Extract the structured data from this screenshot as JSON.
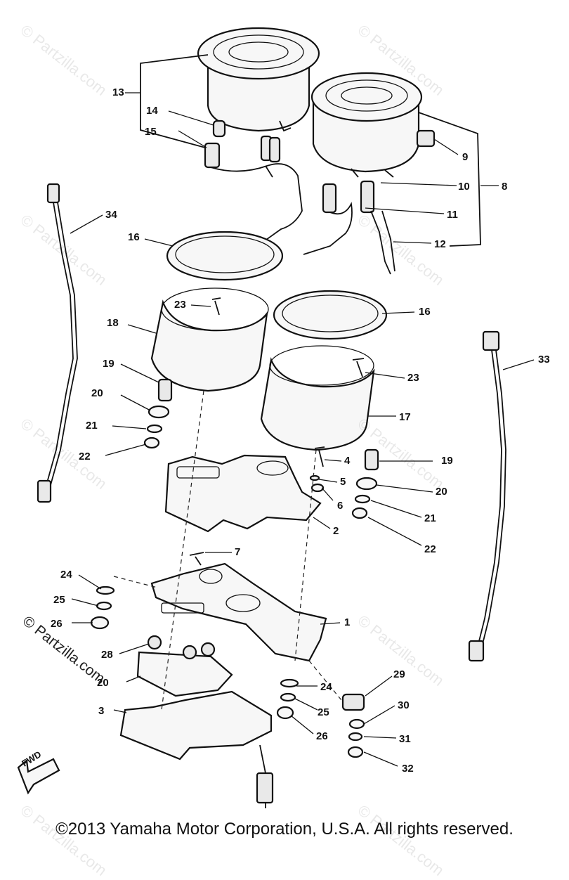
{
  "watermark": "© Partzilla.com",
  "fwd_label": "FWD",
  "copyright": "©2013 Yamaha Motor Corporation, U.S.A. All rights reserved.",
  "callouts": [
    "13",
    "14",
    "15",
    "9",
    "10",
    "8",
    "11",
    "12",
    "34",
    "16",
    "23",
    "18",
    "16",
    "19",
    "20",
    "21",
    "22",
    "23",
    "17",
    "33",
    "4",
    "19",
    "5",
    "20",
    "6",
    "21",
    "2",
    "22",
    "7",
    "24",
    "25",
    "26",
    "1",
    "28",
    "29",
    "24",
    "25",
    "30",
    "26",
    "31",
    "32",
    "3"
  ],
  "callout_bridge_label": "20"
}
